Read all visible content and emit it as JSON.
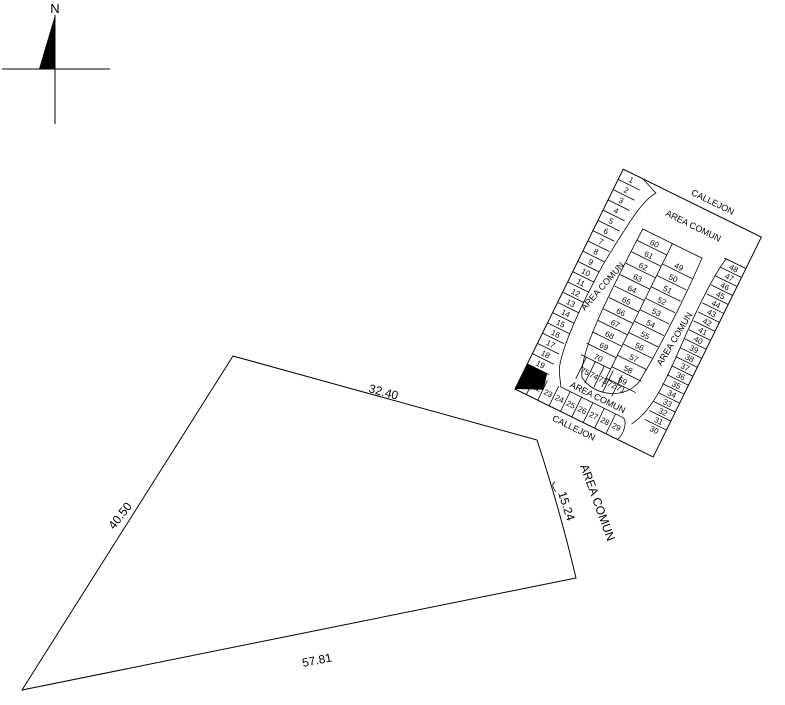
{
  "north_arrow": {
    "label": "N"
  },
  "parcel": {
    "dimensions": {
      "top": "32.40",
      "left": "40.50",
      "bottom": "57.81",
      "arc": "15.24"
    },
    "adjacent_label": "AREA COMUN"
  },
  "site_plan": {
    "street_top": "CALLEJON",
    "street_bottom": "CALLEJON",
    "common_area_labels": [
      "AREA COMUN",
      "AREA COMUN",
      "AREA COMUN",
      "AREA COMUN"
    ],
    "left_lots": [
      "1",
      "2",
      "3",
      "4",
      "5",
      "6",
      "7",
      "8",
      "9",
      "10",
      "11",
      "12",
      "13",
      "14",
      "15",
      "16",
      "17",
      "18",
      "19"
    ],
    "bottom_lots": [
      "21",
      "22",
      "23",
      "24",
      "25",
      "26",
      "27",
      "28",
      "29"
    ],
    "right_lots": [
      "30",
      "31",
      "32",
      "33",
      "34",
      "35",
      "36",
      "37",
      "38",
      "39",
      "40",
      "41",
      "42",
      "43",
      "44",
      "45",
      "46",
      "47",
      "48"
    ],
    "center_right_lots": [
      "49",
      "50",
      "51",
      "52",
      "53",
      "54",
      "55",
      "56",
      "57",
      "58",
      "59"
    ],
    "center_left_lots": [
      "60",
      "61",
      "62",
      "63",
      "64",
      "65",
      "66",
      "67",
      "68",
      "69",
      "70"
    ],
    "center_bottom_lots": [
      "71",
      "72",
      "73",
      "74",
      "75"
    ]
  }
}
